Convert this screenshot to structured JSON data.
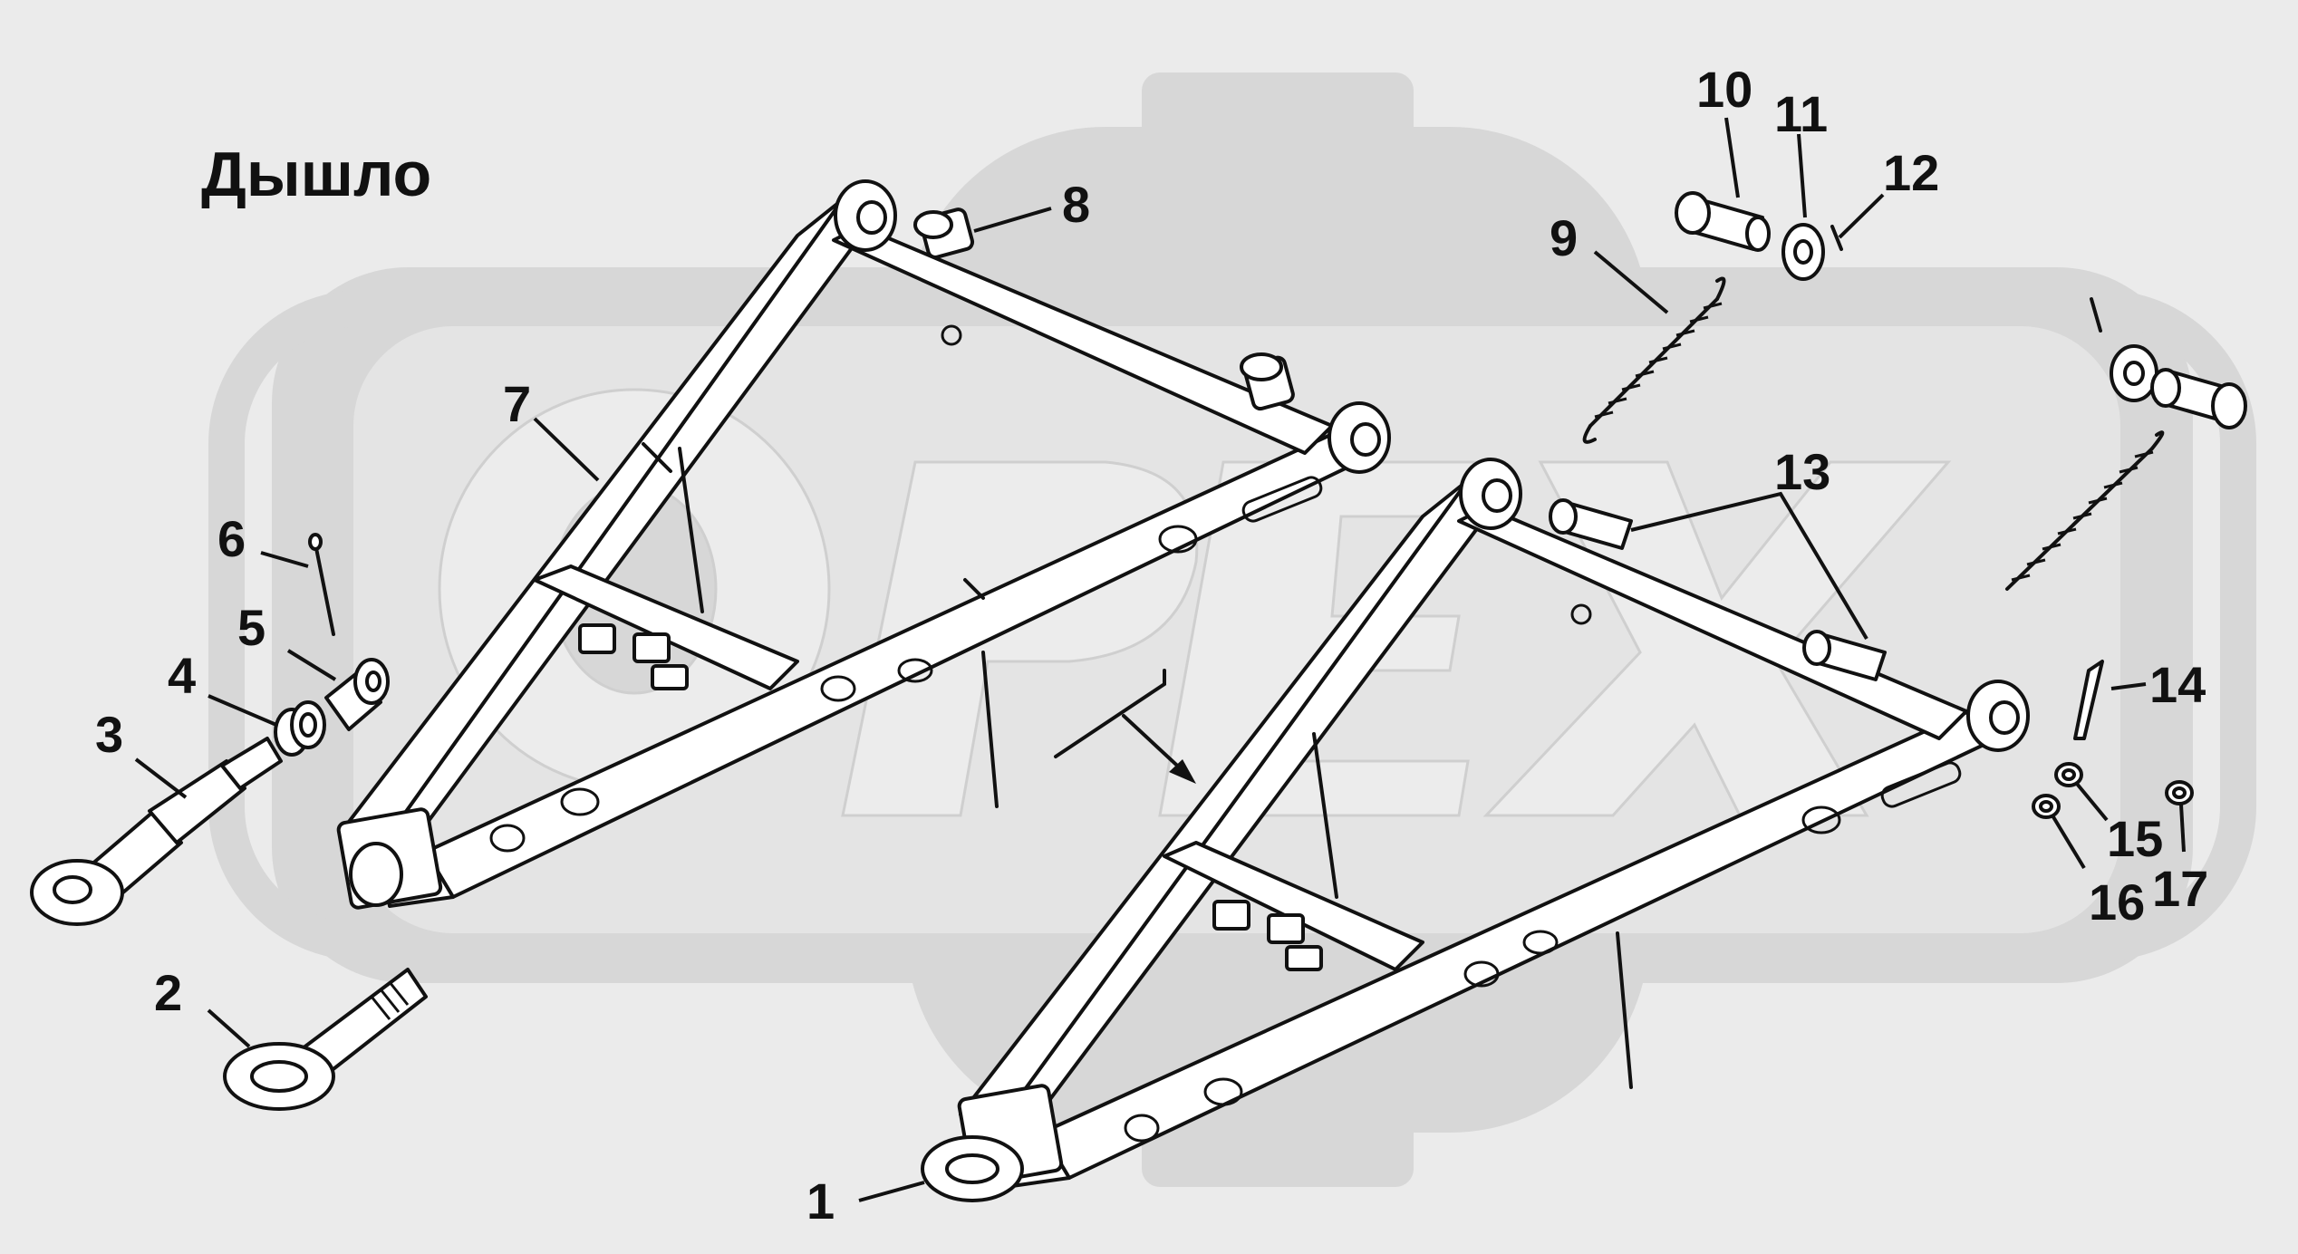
{
  "title": "Дышло",
  "watermark": "OPEX",
  "callouts": [
    {
      "id": "1",
      "label": "1"
    },
    {
      "id": "2",
      "label": "2"
    },
    {
      "id": "3",
      "label": "3"
    },
    {
      "id": "4",
      "label": "4"
    },
    {
      "id": "5",
      "label": "5"
    },
    {
      "id": "6",
      "label": "6"
    },
    {
      "id": "7",
      "label": "7"
    },
    {
      "id": "8",
      "label": "8"
    },
    {
      "id": "9",
      "label": "9"
    },
    {
      "id": "10",
      "label": "10"
    },
    {
      "id": "11",
      "label": "11"
    },
    {
      "id": "12",
      "label": "12"
    },
    {
      "id": "13",
      "label": "13"
    },
    {
      "id": "14",
      "label": "14"
    },
    {
      "id": "15",
      "label": "15"
    },
    {
      "id": "16",
      "label": "16"
    },
    {
      "id": "17",
      "label": "17"
    }
  ],
  "colors": {
    "background": "#ebebeb",
    "watermark": "#d6d6d6",
    "ink": "#111111",
    "paper": "#ffffff"
  }
}
